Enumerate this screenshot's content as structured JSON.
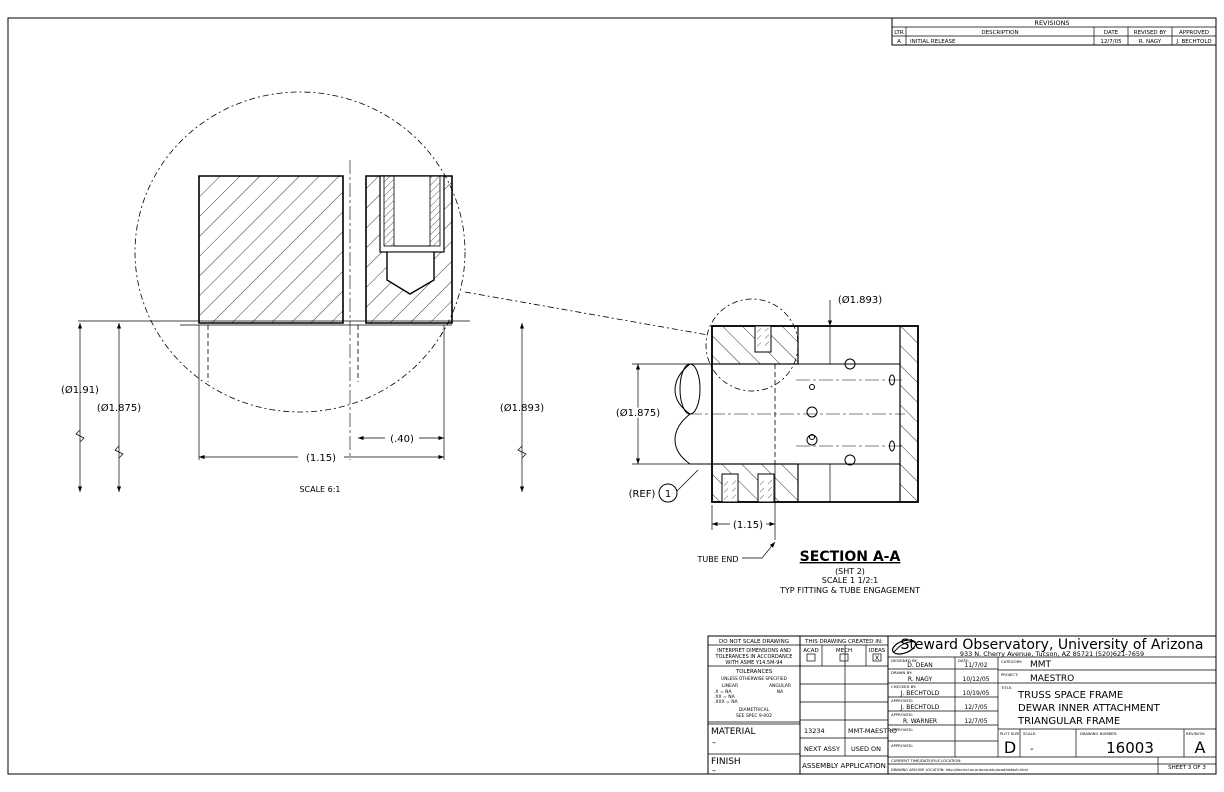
{
  "revisions": {
    "title": "REVISIONS",
    "headers": [
      "LTR",
      "DESCRIPTION",
      "DATE",
      "REVISED BY",
      "APPROVED"
    ],
    "rows": [
      [
        "A",
        "INITIAL RELEASE",
        "12/7/05",
        "R. NAGY",
        "J. BECHTOLD"
      ]
    ]
  },
  "detail": {
    "dims": {
      "d191": "(Ø1.91)",
      "d1875": "(Ø1.875)",
      "d1893": "(Ø1.893)",
      "len040": "(.40)",
      "len115": "(1.15)"
    },
    "scale": "SCALE 6:1"
  },
  "section": {
    "dim_top": "(Ø1.893)",
    "dim_left": "(Ø1.875)",
    "ref": "(REF)",
    "balloon": "1",
    "len115": "(1.15)",
    "tube_end": "TUBE END",
    "title": "SECTION A-A",
    "sht": "(SHT 2)",
    "scale": "SCALE 1 1/2:1",
    "note": "TYP FITTING & TUBE ENGAGEMENT"
  },
  "notes_block": {
    "do_not_scale": "DO NOT SCALE DRAWING",
    "interpret": [
      "INTERPRET DIMENSIONS AND",
      "TOLERANCES IN ACCORDANCE",
      "WITH ASME Y14.5M-94"
    ],
    "tolerances": "TOLERANCES",
    "unless": "UNLESS OTHERWISE SPECIFIED",
    "linear": "LINEAR",
    "angular": "ANGULAR",
    "x1": ".X  = NA",
    "x2": ".XX = NA",
    "x3": ".XXX = NA",
    "angular_val": "NA",
    "diametrical": "DIAMETRICAL",
    "see_spec": "SEE SPEC 9-002",
    "material_label": "MATERIAL",
    "material_val": "–",
    "finish_label": "FINISH",
    "finish_val": "–"
  },
  "created_block": {
    "header": "THIS DRAWING CREATED IN:",
    "options": [
      "ACAD",
      "MECH",
      "IDEAS"
    ],
    "checked": "IDEAS",
    "next_assy_val1": "13234",
    "next_assy_val2": "MMT-MAESTRO",
    "next_assy": "NEXT ASSY",
    "used_on": "USED ON",
    "assembly_application": "ASSEMBLY APPLICATION"
  },
  "title_block": {
    "org": "Steward Observatory, University of Arizona",
    "address": "933 N. Cherry Avenue, Tucson, AZ  85721    (520)621-7659",
    "designed_by_label": "DESIGNED BY:",
    "designed_by": "D. DEAN",
    "date_label": "DATE:",
    "designed_date": "11/7/02",
    "drawn_by_label": "DRAWN BY:",
    "drawn_by": "R. NAGY",
    "drawn_date": "10/12/05",
    "checked_by_label": "CHECKED BY:",
    "checked_by": "J. BECHTOLD",
    "checked_date": "10/19/05",
    "approved_label": "APPROVED:",
    "approved1": "J. BECHTOLD",
    "approved1_date": "12/7/05",
    "approved2": "R. WARNER",
    "approved2_date": "12/7/05",
    "category_label": "CATEGORY:",
    "category": "MMT",
    "project_label": "PROJECT:",
    "project": "MAESTRO",
    "title_label": "TITLE:",
    "title_lines": [
      "TRUSS SPACE FRAME",
      "DEWAR INNER ATTACHMENT",
      "TRIANGULAR FRAME"
    ],
    "plot_size_label": "PLOT SIZE",
    "plot_size": "D",
    "scale_label": "SCALE:",
    "scale": "-",
    "drawing_number_label": "DRAWING NUMBER:",
    "drawing_number": "16003",
    "revision_label": "REVISION:",
    "revision": "A",
    "current_time_label": "CURRENT TIME/DATE/FILE LOCATION:",
    "archive_label": "DRAWING ARCHIVE LOCATION: http://devinci.as.arizona.edu/acad/default.html",
    "sheet": "SHEET 3 OF 3"
  }
}
